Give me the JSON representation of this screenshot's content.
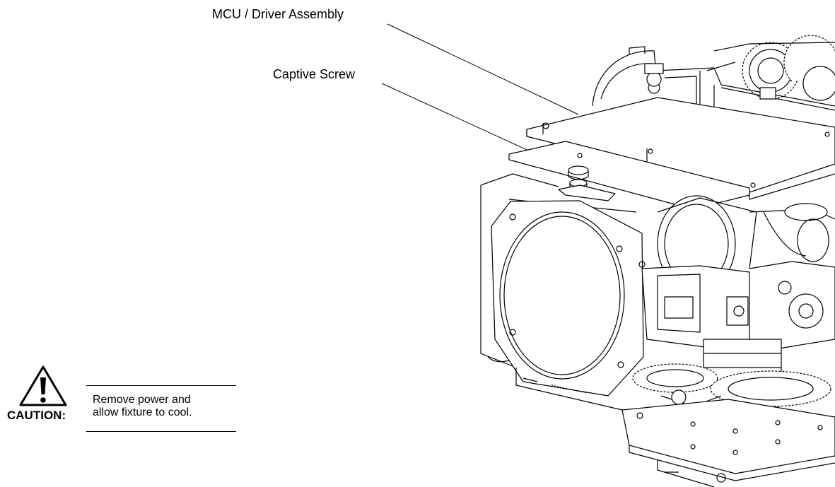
{
  "callouts": {
    "mcu_driver_assembly": "MCU / Driver Assembly",
    "captive_screw": "Captive Screw"
  },
  "caution": {
    "word": "CAUTION:",
    "line1": "Remove power and",
    "line2": "allow fixture to cool.",
    "icon": "warning-triangle-icon",
    "icon_fill": "#ffffff",
    "icon_stroke": "#000000"
  },
  "colors": {
    "background": "#ffffff",
    "line": "#000000"
  }
}
